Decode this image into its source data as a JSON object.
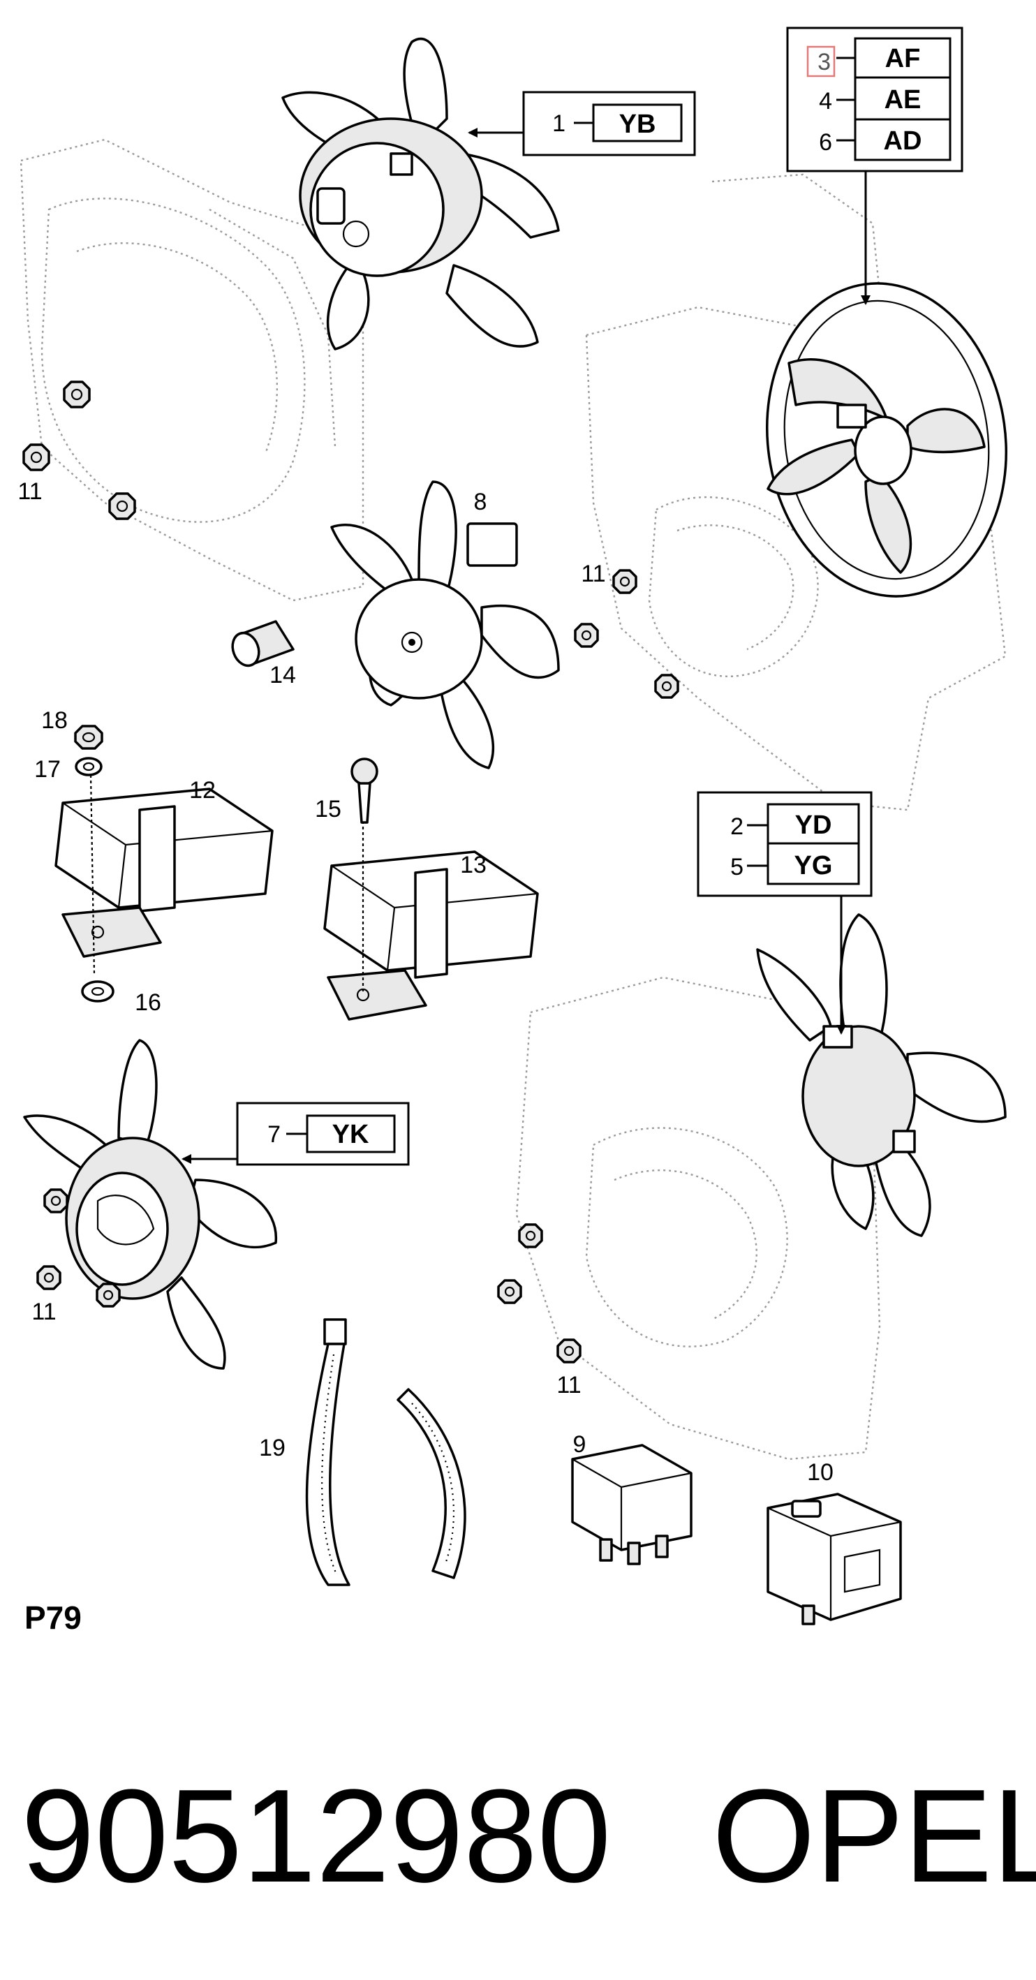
{
  "figure_id": "P79",
  "part_number": "90512980",
  "brand": "OPEL",
  "callouts": {
    "yb": {
      "number": "1",
      "code": "YB"
    },
    "af": {
      "number": "3",
      "code": "AF"
    },
    "ae": {
      "number": "4",
      "code": "AE"
    },
    "ad": {
      "number": "6",
      "code": "AD"
    },
    "yd": {
      "number": "2",
      "code": "YD"
    },
    "yg": {
      "number": "5",
      "code": "YG"
    },
    "yk": {
      "number": "7",
      "code": "YK"
    }
  },
  "labels": {
    "n8": "8",
    "n9": "9",
    "n10": "10",
    "n11a": "11",
    "n11b": "11",
    "n11c": "11",
    "n11d": "11",
    "n12": "12",
    "n13": "13",
    "n14": "14",
    "n15": "15",
    "n16": "16",
    "n17": "17",
    "n18": "18",
    "n19": "19"
  },
  "colors": {
    "highlight_box": "#e07a7a",
    "ghost_lines": "#9a9a9a"
  }
}
